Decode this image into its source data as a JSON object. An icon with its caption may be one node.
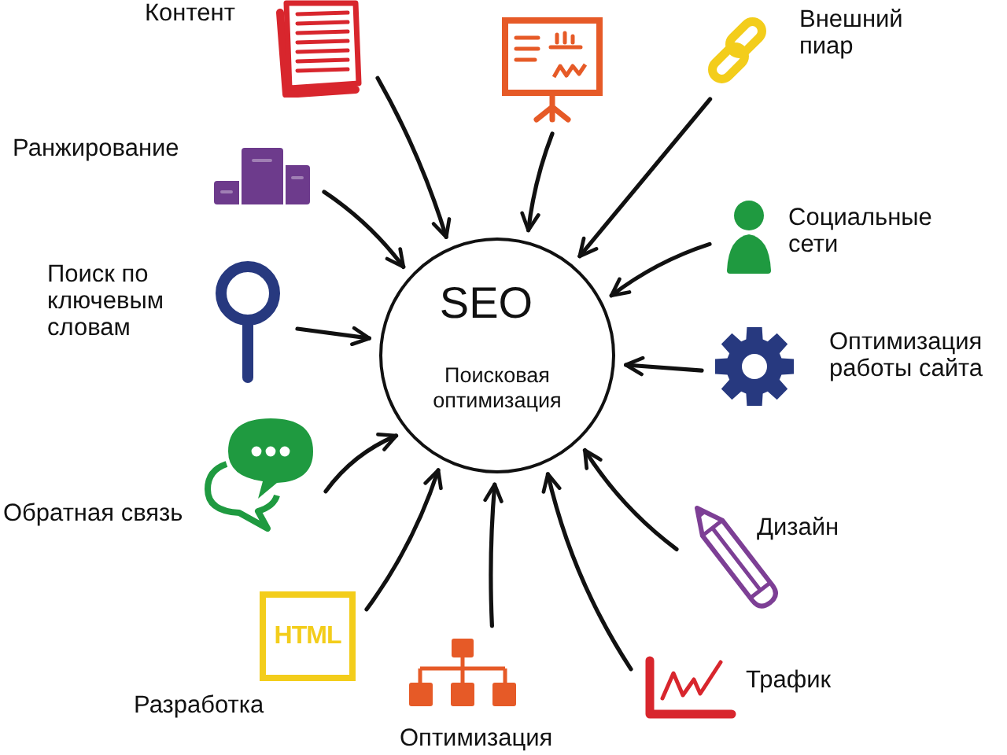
{
  "diagram": {
    "nodes": [
      {
        "text": [],
        "shape": "picture",
        "beside": [
          "Контент"
        ]
      },
      {
        "text": [],
        "shape": "picture"
      },
      {
        "text": [],
        "shape": "picture",
        "beside": [
          "Внешний пиар"
        ]
      },
      {
        "text": [],
        "shape": "picture",
        "beside": [
          "Ранжирование"
        ]
      },
      {
        "text": [],
        "shape": "person",
        "beside": [
          "Социальные сети"
        ]
      },
      {
        "text": [],
        "shape": "picture",
        "beside": [
          "Поиск по ключевым словам"
        ]
      },
      {
        "text": [
          "SEO",
          "Поисковая оптимизация"
        ]
      },
      {
        "text": [],
        "shape": "picture",
        "beside": [
          "Оптимизация работы сайта"
        ]
      },
      {
        "text": [],
        "shape": "picture",
        "beside": [
          "Обратная связь"
        ]
      },
      {
        "text": [],
        "shape": "picture",
        "beside": [
          "Дизайн"
        ]
      },
      {
        "text": [
          "HTML"
        ],
        "beside": [
          "Разработка"
        ]
      },
      {
        "text": [],
        "shape": "picture",
        "beside": [
          "Оптимизация"
        ]
      },
      {
        "text": [],
        "shape": "picture",
        "beside": [
          "Трафик"
        ]
      }
    ],
    "edges": [
      {
        "from": 0,
        "to": 6,
        "arrow": "to"
      },
      {
        "from": 1,
        "to": 6,
        "arrow": "to"
      },
      {
        "from": 2,
        "to": 6,
        "arrow": "to"
      },
      {
        "from": 3,
        "to": 6,
        "arrow": "to"
      },
      {
        "from": 4,
        "to": 6,
        "arrow": "to"
      },
      {
        "from": 5,
        "to": 6,
        "arrow": "to"
      },
      {
        "from": 7,
        "to": 6,
        "arrow": "to"
      },
      {
        "from": 8,
        "to": 6,
        "arrow": "to"
      },
      {
        "from": 9,
        "to": 6,
        "arrow": "to"
      },
      {
        "from": 10,
        "to": 6,
        "arrow": "to"
      },
      {
        "from": 11,
        "to": 6,
        "arrow": "to"
      },
      {
        "from": 12,
        "to": 6,
        "arrow": "to"
      }
    ]
  }
}
